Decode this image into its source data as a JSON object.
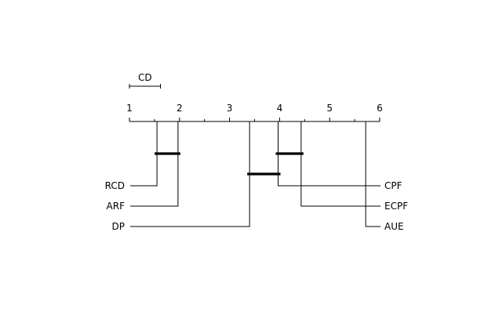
{
  "chart_data": {
    "type": "critical-difference",
    "axis": {
      "min": 1,
      "max": 6,
      "ticks": [
        1,
        2,
        3,
        4,
        5,
        6
      ],
      "tick_labels": [
        "1",
        "2",
        "3",
        "4",
        "5",
        "6"
      ]
    },
    "cd": {
      "label": "CD",
      "value": 0.62
    },
    "methods_left": [
      {
        "name": "RCD",
        "rank": 1.55
      },
      {
        "name": "ARF",
        "rank": 1.97
      },
      {
        "name": "DP",
        "rank": 3.4
      }
    ],
    "methods_right": [
      {
        "name": "CPF",
        "rank": 3.97
      },
      {
        "name": "ECPF",
        "rank": 4.43
      },
      {
        "name": "AUE",
        "rank": 5.72
      }
    ],
    "cliques": [
      {
        "from": 1.55,
        "to": 1.97
      },
      {
        "from": 3.97,
        "to": 4.43
      },
      {
        "from": 3.4,
        "to": 3.97
      }
    ]
  }
}
